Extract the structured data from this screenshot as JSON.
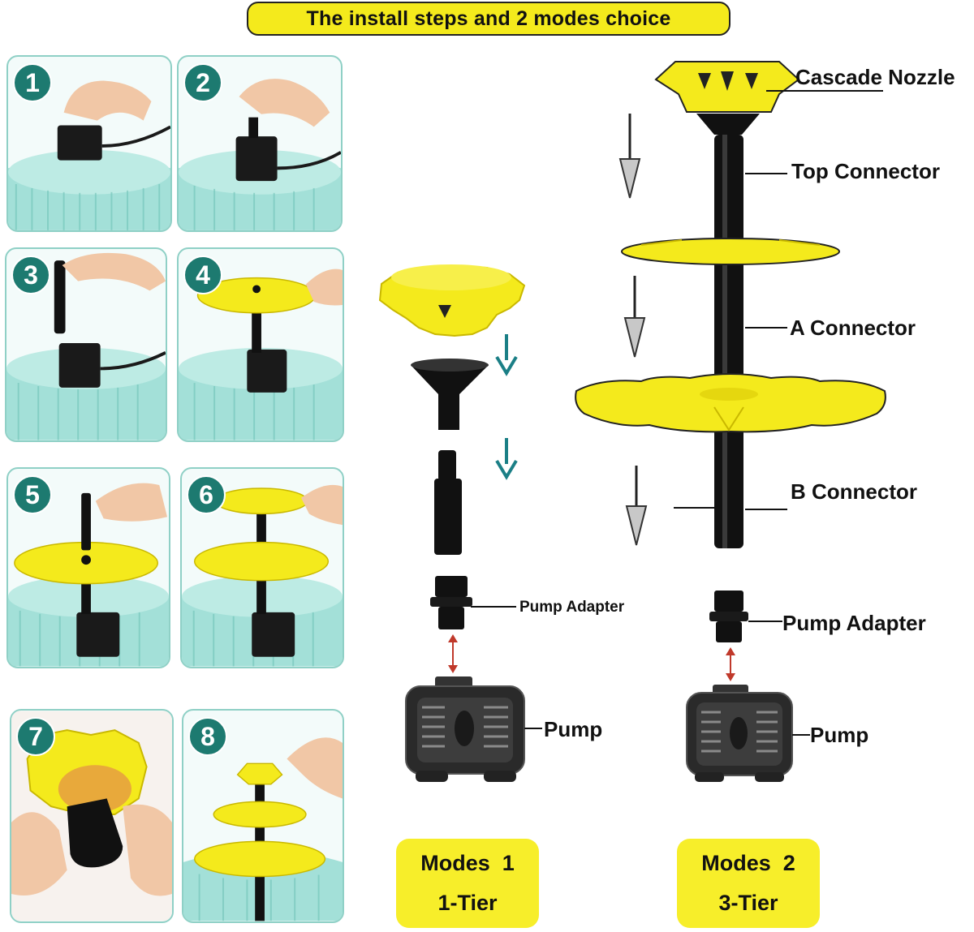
{
  "title": "The install steps and 2 modes choice",
  "steps": [
    "1",
    "2",
    "3",
    "4",
    "5",
    "6",
    "7",
    "8"
  ],
  "labels": {
    "cascade_nozzle": "Cascade Nozzle",
    "top_connector": "Top Connector",
    "a_connector": "A Connector",
    "b_connector": "B Connector",
    "pump_adapter_1": "Pump Adapter",
    "pump_1": "Pump",
    "pump_adapter_2": "Pump Adapter",
    "pump_2": "Pump"
  },
  "modes": [
    {
      "name": "Modes  1",
      "tier": "1-Tier"
    },
    {
      "name": "Modes  2",
      "tier": "3-Tier"
    }
  ],
  "colors": {
    "accent_yellow": "#f4ea1c",
    "badge_teal": "#1d7a70",
    "water_teal": "#8fd9cf",
    "arrow_teal": "#1b7f86",
    "arrow_red": "#c0392b"
  }
}
